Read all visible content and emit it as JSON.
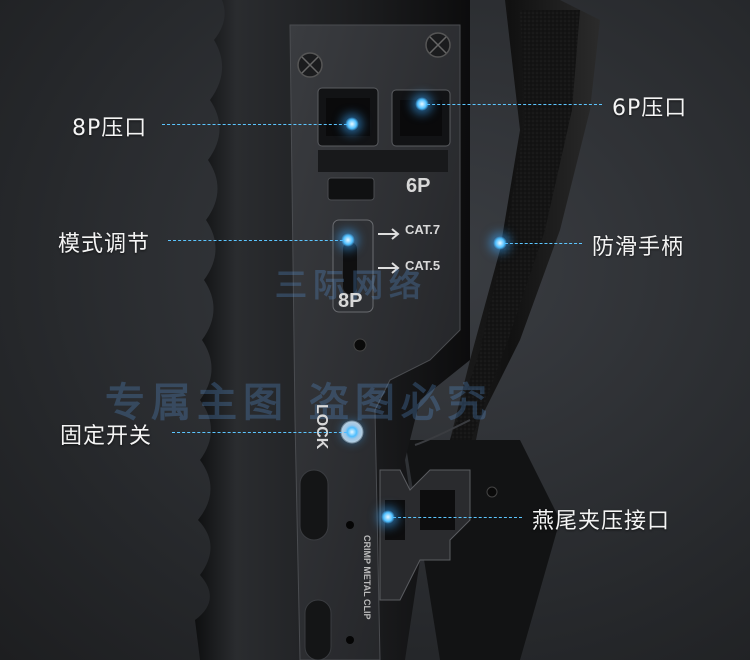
{
  "callouts": {
    "p8": "8P压口",
    "p6": "6P压口",
    "mode": "模式调节",
    "grip": "防滑手柄",
    "lock": "固定开关",
    "dovetail": "燕尾夹压接口"
  },
  "tool_text": {
    "six_p": "6P",
    "eight_p": "8P",
    "cat7": "CAT.7",
    "cat5": "CAT.5",
    "lock": "LOCK",
    "crimp": "CRIMP METAL CLIP"
  },
  "watermark": {
    "line1": "三际网络",
    "line2": "专属主图  盗图必究"
  },
  "colors": {
    "accent": "#4fbfff",
    "body": "#1a1b1d",
    "handle": "#141414"
  }
}
